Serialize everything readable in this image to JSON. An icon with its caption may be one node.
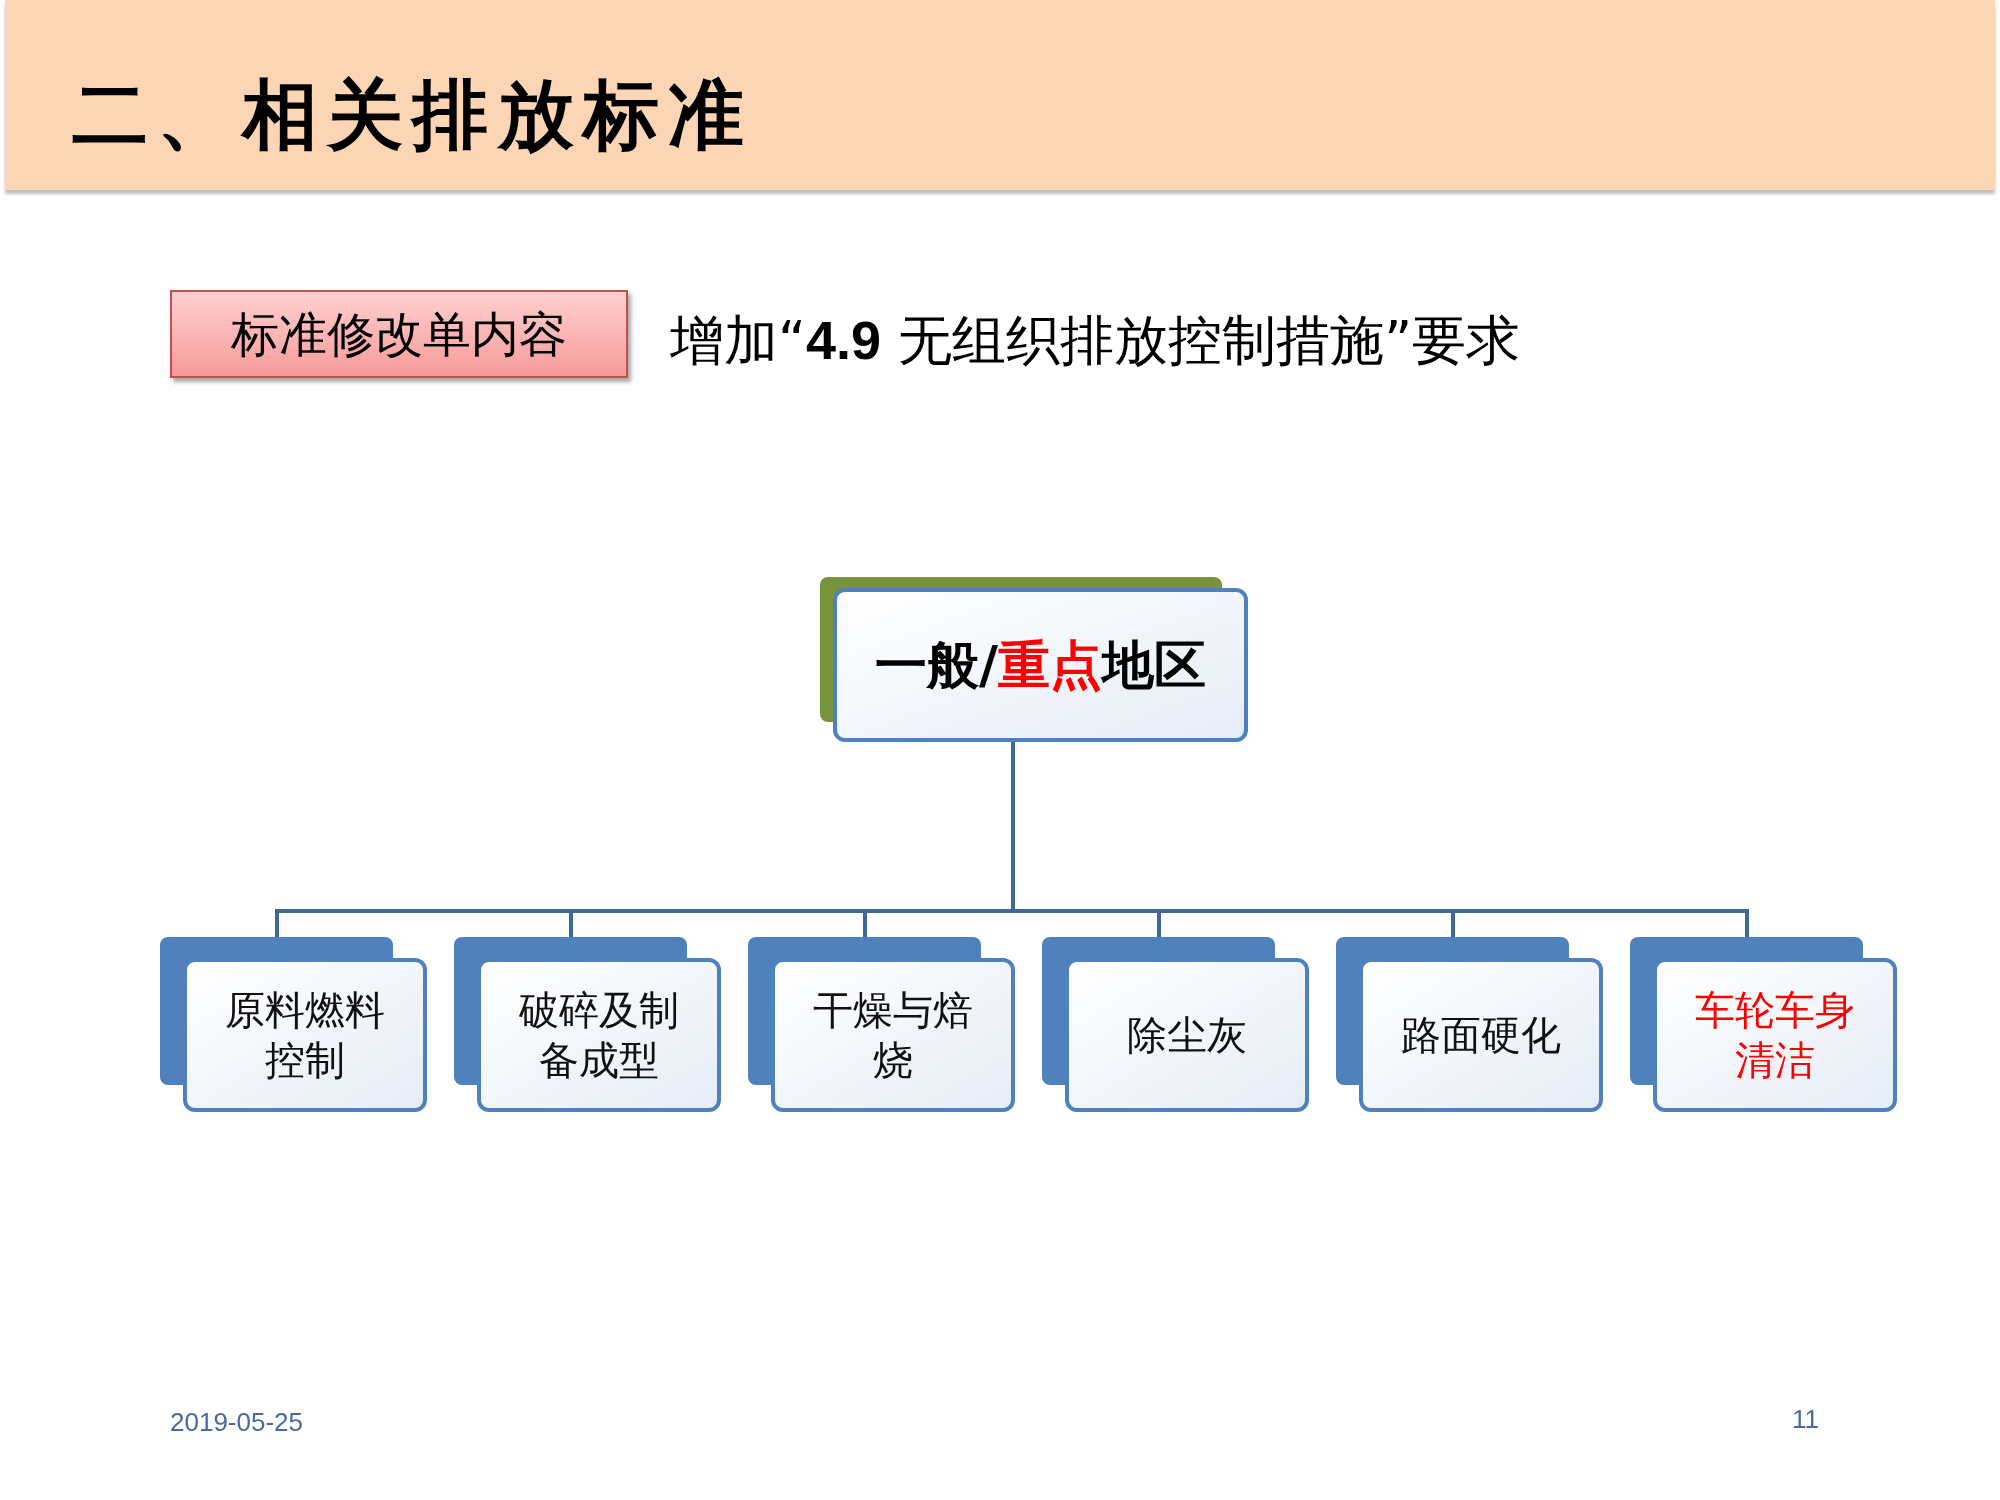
{
  "diagram": {
    "title": "二、相关排放标准",
    "nodes": [
      {
        "text": [
          "一般/**重点**地区"
        ]
      },
      {
        "text": [
          "原料燃料控制"
        ]
      },
      {
        "text": [
          "破碎及制备成型"
        ]
      },
      {
        "text": [
          "干燥与焙烧"
        ]
      },
      {
        "text": [
          "除尘灰"
        ]
      },
      {
        "text": [
          "路面硬化"
        ]
      },
      {
        "text": [
          "车轮车身清洁"
        ]
      },
      {
        "text": [
          "标准修改单内容"
        ]
      }
    ],
    "edges": [
      {
        "from": 0,
        "to": 1,
        "arrow": "none"
      },
      {
        "from": 0,
        "to": 2,
        "arrow": "none"
      },
      {
        "from": 0,
        "to": 3,
        "arrow": "none"
      },
      {
        "from": 0,
        "to": 4,
        "arrow": "none"
      },
      {
        "from": 0,
        "to": 5,
        "arrow": "none"
      },
      {
        "from": 0,
        "to": 6,
        "arrow": "none"
      }
    ],
    "labels": [
      "增加“**4.9** 无组织排放控制措施”要求",
      "2019-05-25",
      "11"
    ]
  }
}
